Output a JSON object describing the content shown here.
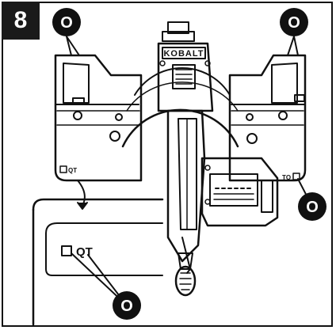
{
  "step": {
    "number": "8"
  },
  "callouts": {
    "label": "O"
  },
  "saw": {
    "brand": "KOBALT",
    "plate_left_text": "QT",
    "plate_right_text": "TQ",
    "detail_text": "QT"
  },
  "colors": {
    "ink": "#111111",
    "badge_bg": "#1a1a1a",
    "badge_text": "#ffffff",
    "paper": "#ffffff"
  }
}
